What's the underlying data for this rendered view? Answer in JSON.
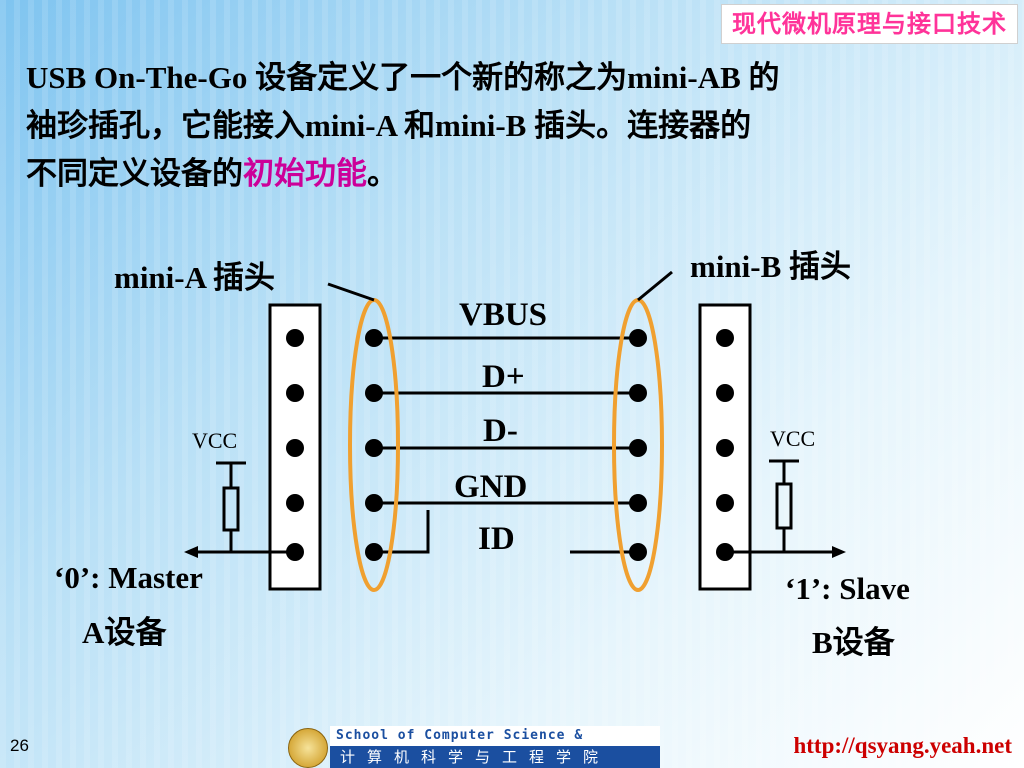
{
  "header": {
    "course_title": "现代微机原理与接口技术"
  },
  "intro": {
    "line1": "USB On-The-Go 设备定义了一个新的称之为mini-AB 的",
    "line2": "袖珍插孔，它能接入mini-A 和mini-B 插头。连接器的",
    "line3_prefix": "不同定义设备的",
    "line3_highlight": "初始功能",
    "line3_suffix": "。"
  },
  "diagram": {
    "mini_a_label": "mini-A 插头",
    "mini_b_label": "mini-B 插头",
    "signals": [
      "VBUS",
      "D+",
      "D-",
      "GND",
      "ID"
    ],
    "vcc_left": "VCC",
    "vcc_right": "VCC",
    "master_line1": "‘0’: Master",
    "master_line2": "A设备",
    "slave_line1": "‘1’: Slave",
    "slave_line2": "B设备",
    "colors": {
      "ellipse": "#f0a030",
      "wire": "#000000",
      "highlight": "#cc0099"
    }
  },
  "footer": {
    "page_number": "26",
    "school_en": "School of Computer Science & Engineering",
    "school_cn": "计算机科学与工程学院",
    "url": "http://qsyang.yeah.net"
  }
}
